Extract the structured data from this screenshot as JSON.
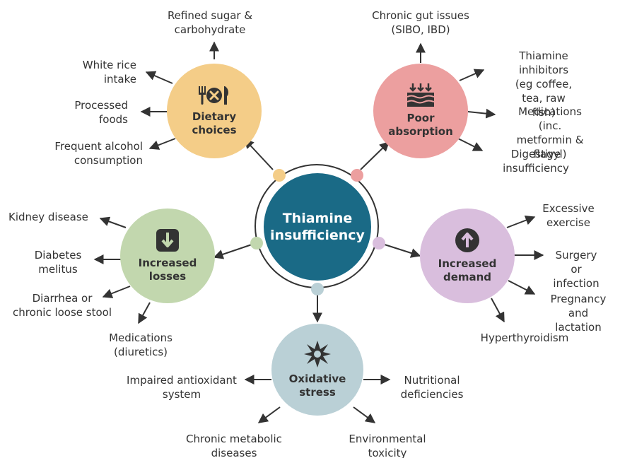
{
  "center": {
    "title": "Thiamine\ninsufficiency",
    "color": "#1a6a86"
  },
  "nodes": {
    "dietary": {
      "title": "Dietary\nchoices",
      "color": "#f4cd88",
      "icon": "plate-cross-cutlery-icon",
      "effects": [
        "Refined sugar &\ncarbohydrate",
        "White rice\nintake",
        "Processed\nfoods",
        "Frequent alcohol\nconsumption"
      ]
    },
    "absorption": {
      "title": "Poor\nabsorption",
      "color": "#ec9f9f",
      "icon": "intestine-down-arrows-icon",
      "effects": [
        "Chronic gut issues\n(SIBO, IBD)",
        "Thiamine inhibitors\n(eg coffee, tea, raw\nfish)",
        "Medications (inc.\nmetformin & flagyl)",
        "Digestive\ninsufficiency"
      ]
    },
    "losses": {
      "title": "Increased\nlosses",
      "color": "#c2d7ae",
      "icon": "down-arrow-square-icon",
      "effects": [
        "Kidney disease",
        "Diabetes\nmelitus",
        "Diarrhea or\nchronic loose stool",
        "Medications\n(diuretics)"
      ]
    },
    "demand": {
      "title": "Increased\ndemand",
      "color": "#d9bedd",
      "icon": "up-arrow-circle-icon",
      "effects": [
        "Excessive\nexercise",
        "Surgery or\ninfection",
        "Pregnancy and\nlactation",
        "Hyperthyroidism"
      ]
    },
    "oxidative": {
      "title": "Oxidative\nstress",
      "color": "#bad0d6",
      "icon": "starburst-icon",
      "effects": [
        "Impaired antioxidant\nsystem",
        "Nutritional\ndeficiencies",
        "Chronic metabolic\ndiseases",
        "Environmental\ntoxicity"
      ]
    }
  }
}
